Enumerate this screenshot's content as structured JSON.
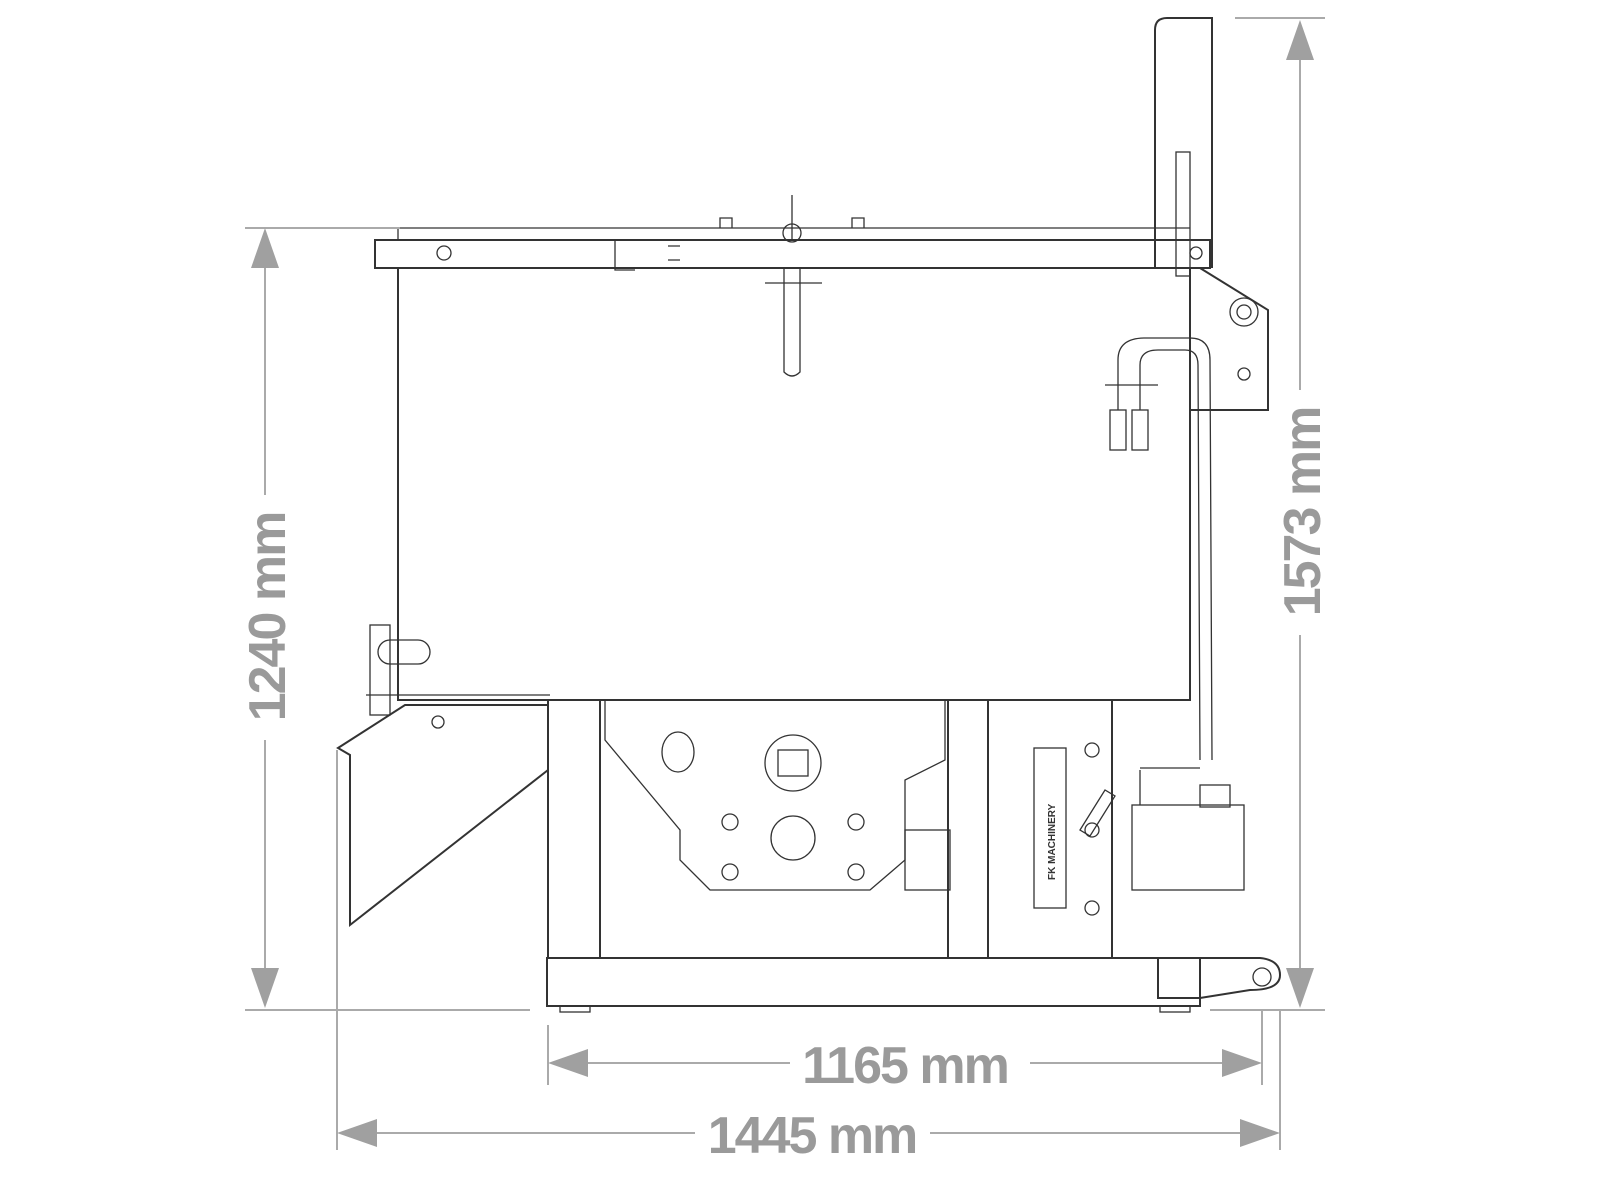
{
  "drawing": {
    "title": "Side view dimensions",
    "logo_text": "FK MACHINERY"
  },
  "dimensions": {
    "total_height": "1573 mm",
    "hopper_height": "1240 mm",
    "frame_length": "1165 mm",
    "total_length": "1445 mm"
  },
  "colors": {
    "dimension": "#9a9a9a",
    "linework": "#333333"
  }
}
